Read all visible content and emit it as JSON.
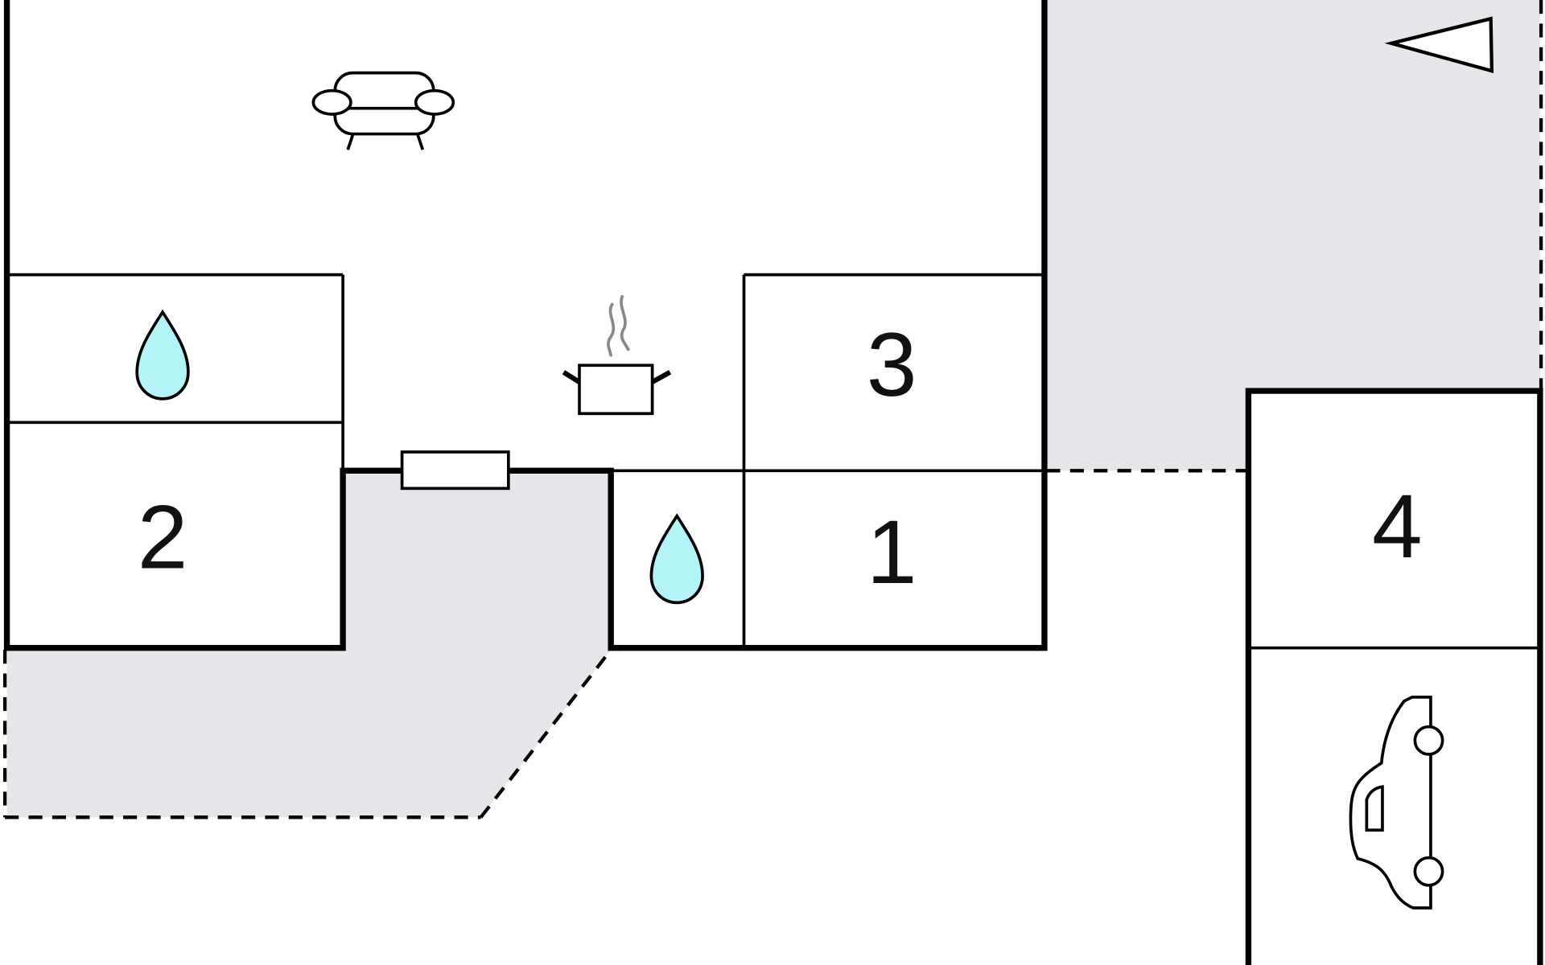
{
  "rooms": [
    {
      "label": "1"
    },
    {
      "label": "2"
    },
    {
      "label": "3"
    },
    {
      "label": "4"
    }
  ],
  "colors": {
    "outdoor_area": "#e6e6ea",
    "water_drop": "#b4f4f8",
    "wall": "#000000"
  },
  "icons": [
    "sofa-icon",
    "cooking-pot-icon",
    "water-drop-icon",
    "car-icon",
    "north-arrow-icon",
    "window-icon"
  ]
}
